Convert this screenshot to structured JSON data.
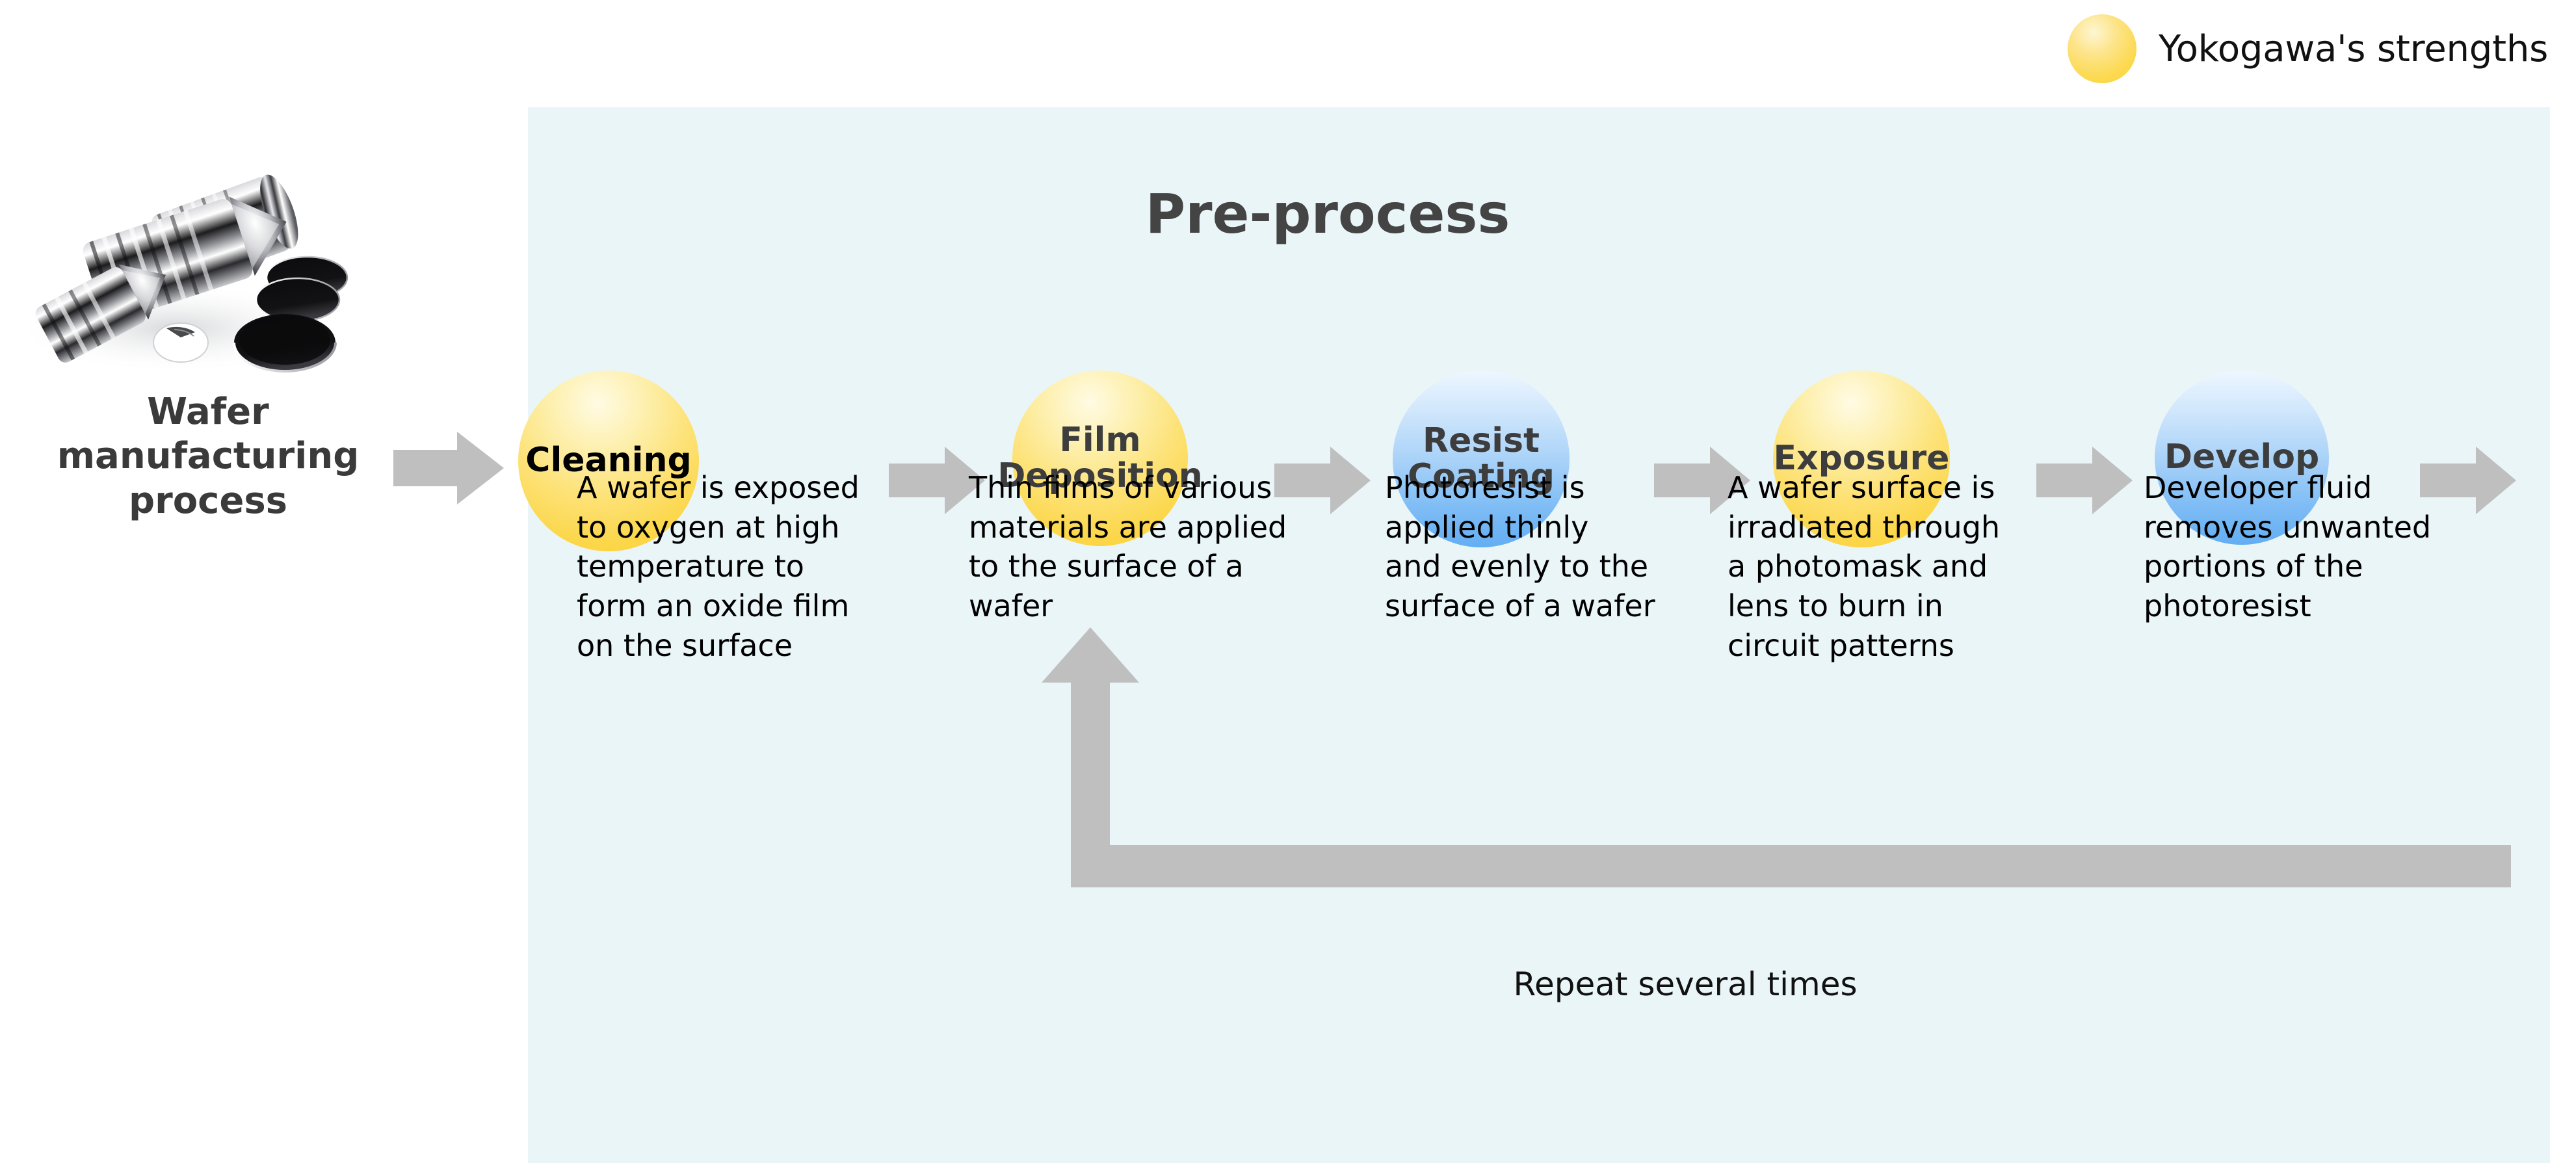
{
  "legend": {
    "marker": "yellow-circle",
    "label": "Yokogawa's strengths",
    "color": "#fcd94f"
  },
  "left": {
    "label": "Wafer\nmanufacturing\nprocess",
    "label_line1": "Wafer",
    "label_line2": "manufacturing",
    "label_line3": "process",
    "image_alt": "silicon-ingots-and-wafers"
  },
  "panel": {
    "title": "Pre-process",
    "background": "#eaf5f8",
    "title_color": "#444444"
  },
  "arrows": {
    "color": "#bfbfbf",
    "entry": "arrow-right",
    "between": "arrow-right",
    "exit": "arrow-right",
    "loop": "arrow-up-left-turn"
  },
  "steps": [
    {
      "label": "Cleaning",
      "label_lines": [
        "Cleaning"
      ],
      "color": "yellow",
      "highlight": true,
      "caption": "A wafer is exposed to oxygen at high temperature to form an oxide film on the surface",
      "caption_lines": [
        "A wafer is exposed",
        "to oxygen at high",
        "temperature to",
        "form an oxide film",
        "on the surface"
      ]
    },
    {
      "label": "Film Deposition",
      "label_lines": [
        "Film",
        "Deposition"
      ],
      "color": "yellow",
      "highlight": true,
      "caption": "Thin films of various materials are applied to the surface of a wafer",
      "caption_lines": [
        "Thin films of various",
        "materials are applied",
        "to the surface of a",
        "wafer"
      ]
    },
    {
      "label": "Resist Coating",
      "label_lines": [
        "Resist",
        "Coating"
      ],
      "color": "blue",
      "highlight": false,
      "caption": "Photoresist is applied thinly and evenly to the surface of a wafer",
      "caption_lines": [
        "Photoresist is",
        "applied thinly",
        "and evenly to the",
        "surface of a wafer"
      ]
    },
    {
      "label": "Exposure",
      "label_lines": [
        "Exposure"
      ],
      "color": "yellow",
      "highlight": true,
      "caption": "A wafer surface is irradiated through a photomask and lens to burn in circuit patterns",
      "caption_lines": [
        "A wafer surface is",
        "irradiated through",
        "a photomask and",
        "lens to burn in",
        "circuit patterns"
      ]
    },
    {
      "label": "Develop",
      "label_lines": [
        "Develop"
      ],
      "color": "blue",
      "highlight": false,
      "caption": "Developer fluid removes unwanted portions of the photoresist",
      "caption_lines": [
        "Developer fluid",
        "removes unwanted",
        "portions of the",
        "photoresist"
      ]
    }
  ],
  "loop": {
    "label": "Repeat several times"
  }
}
